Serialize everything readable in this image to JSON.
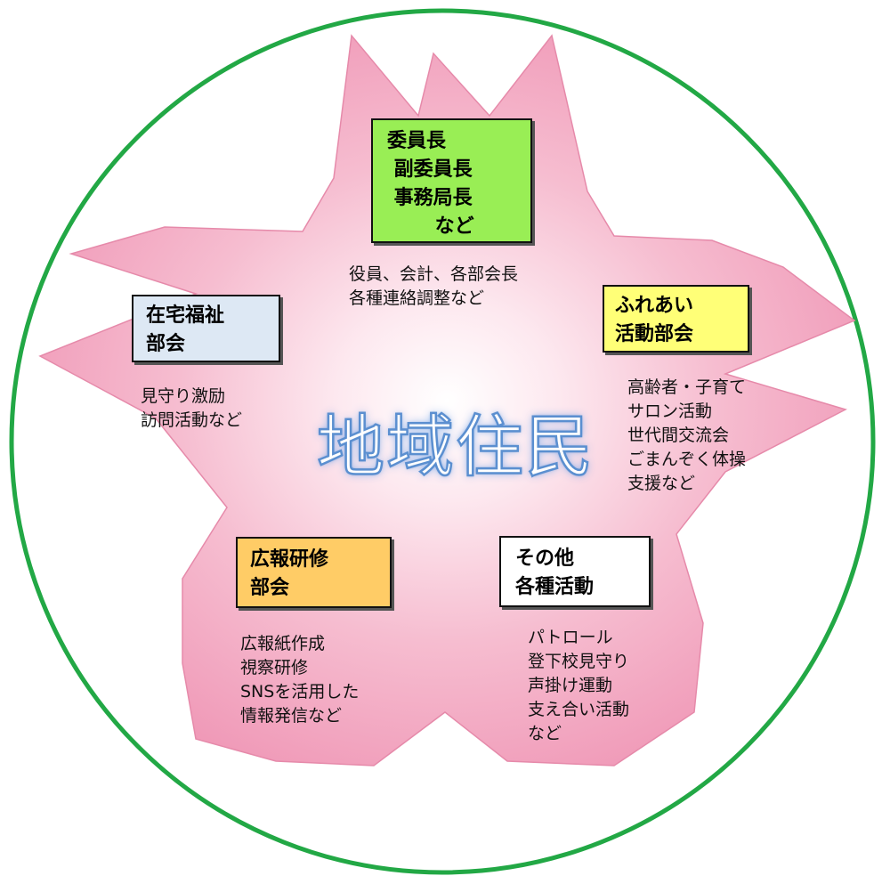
{
  "center": {
    "title": "地域住民"
  },
  "colors": {
    "ring": "#22a845",
    "petal": "#f3a7c0",
    "petal_center": "#ffffff",
    "title_outline": "#5b8fd0",
    "leader_box": "#99ee55",
    "welfare_box": "#dde8f4",
    "fureai_box": "#ffff77",
    "pr_box": "#ffcc66",
    "other_box": "#ffffff"
  },
  "sections": {
    "leaders": {
      "box_text": "委員長\n 副委員長\n 事務局長\n       など",
      "description": "役員、会計、各部会長\n各種連絡調整など"
    },
    "welfare": {
      "box_text": "在宅福祉\n部会",
      "description": "見守り激励\n訪問活動など"
    },
    "fureai": {
      "box_text": "ふれあい\n活動部会",
      "description": "高齢者・子育て\nサロン活動\n世代間交流会\nごまんぞく体操\n支援など"
    },
    "pr": {
      "box_text": "広報研修\n部会",
      "description": "広報紙作成\n視察研修\nSNSを活用した\n情報発信など"
    },
    "other": {
      "box_text": "その他\n各種活動",
      "description": "パトロール\n登下校見守り\n声掛け運動\n支え合い活動\nなど"
    }
  }
}
